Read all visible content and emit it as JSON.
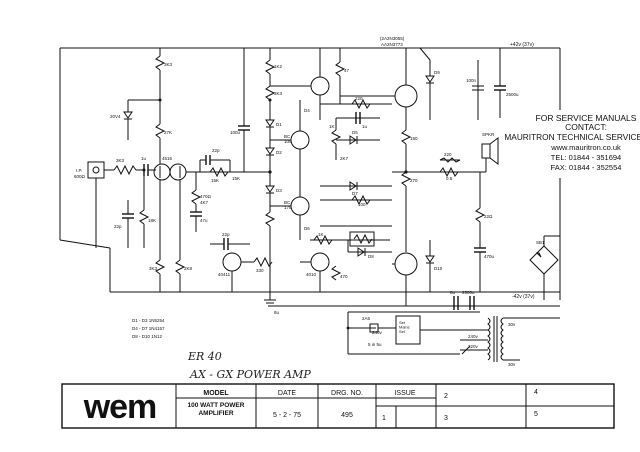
{
  "top_labels": {
    "transistor_pair": "(2A2N3055)",
    "transistor_pair2": "AA2N3773",
    "rail_positive": "+42v (37v)",
    "rail_negative": "-42v (37v)"
  },
  "service_notice": {
    "line1": "FOR SERVICE MANUALS",
    "line2": "CONTACT:",
    "line3": "MAURITRON TECHNICAL SERVICES",
    "line4": "www.mauritron.co.uk",
    "line5": "TEL: 01844 - 351694",
    "line6": "FAX: 01844 - 352554"
  },
  "handwritten": {
    "line1": "ER 40",
    "line2": "AX - GX POWER AMP"
  },
  "component_labels": [
    {
      "id": "r-3k3-top",
      "text": "3K3"
    },
    {
      "id": "d-zener",
      "text": "20V4"
    },
    {
      "id": "r-27k",
      "text": "27K"
    },
    {
      "id": "input",
      "text": "I.P."
    },
    {
      "id": "input-z",
      "text": "600Ω"
    },
    {
      "id": "r-3k3-in",
      "text": "3K3"
    },
    {
      "id": "c-1u",
      "text": "1u"
    },
    {
      "id": "q-in",
      "text": "4516"
    },
    {
      "id": "c-22p",
      "text": "22p"
    },
    {
      "id": "r-15k",
      "text": "15K"
    },
    {
      "id": "r-18k",
      "text": "18K"
    },
    {
      "id": "r-3k3-bot",
      "text": "3K3"
    },
    {
      "id": "r-2k8",
      "text": "2K8"
    },
    {
      "id": "r-1k2",
      "text": "1K2"
    },
    {
      "id": "r-3k3-mid",
      "text": "3K3"
    },
    {
      "id": "d1",
      "text": "D1"
    },
    {
      "id": "d2",
      "text": "D2"
    },
    {
      "id": "d3",
      "text": "D3"
    },
    {
      "id": "d4",
      "text": "D4"
    },
    {
      "id": "d5",
      "text": "D5"
    },
    {
      "id": "d6",
      "text": "D6"
    },
    {
      "id": "d7",
      "text": "D7"
    },
    {
      "id": "d8",
      "text": "D8"
    },
    {
      "id": "d9",
      "text": "D9"
    },
    {
      "id": "d10",
      "text": "D10"
    },
    {
      "id": "c-100u",
      "text": "100u"
    },
    {
      "id": "c-22p-2",
      "text": "22p"
    },
    {
      "id": "r-15k-2",
      "text": "15K"
    },
    {
      "id": "r-470-ohm",
      "text": "470Ω"
    },
    {
      "id": "r-4k7",
      "text": "4K7"
    },
    {
      "id": "c-47u",
      "text": "47u"
    },
    {
      "id": "q-bc",
      "text": "BC\n109"
    },
    {
      "id": "q-bc2",
      "text": "BC\n178"
    },
    {
      "id": "r-1k",
      "text": "1K"
    },
    {
      "id": "r-220",
      "text": "220"
    },
    {
      "id": "r-47",
      "text": "47"
    },
    {
      "id": "r-150",
      "text": "150"
    },
    {
      "id": "r-270",
      "text": "270"
    },
    {
      "id": "r-1k-2",
      "text": "1K"
    },
    {
      "id": "r-2k7",
      "text": "2K7"
    },
    {
      "id": "c-1u-2",
      "text": "1u"
    },
    {
      "id": "q-40411",
      "text": "40411"
    },
    {
      "id": "q-4010",
      "text": "4010"
    },
    {
      "id": "r-330",
      "text": "330"
    },
    {
      "id": "r-470",
      "text": "470"
    },
    {
      "id": "c-22p-3",
      "text": "22p"
    },
    {
      "id": "r-100",
      "text": "100"
    },
    {
      "id": "c-470u",
      "text": "470u"
    },
    {
      "id": "r-0r5",
      "text": "0.5"
    },
    {
      "id": "r-22",
      "text": "22Ω"
    },
    {
      "id": "c-100n",
      "text": "100n"
    },
    {
      "id": "c-2500u",
      "text": "2500u"
    },
    {
      "id": "c-2500u-2",
      "text": "2500u"
    },
    {
      "id": "spkr",
      "text": "SPKR"
    },
    {
      "id": "lamp",
      "text": "220"
    },
    {
      "id": "bridge",
      "text": "SB1"
    },
    {
      "id": "fuse",
      "text": "2A5"
    },
    {
      "id": "fuse2",
      "text": "240v"
    },
    {
      "id": "fuse3",
      "text": "5 in 5u"
    },
    {
      "id": "switch",
      "text": "Set\nMains\nSel"
    },
    {
      "id": "xfmr1",
      "text": "30v"
    },
    {
      "id": "xfmr2",
      "text": "240v"
    },
    {
      "id": "xfmr3",
      "text": "220v"
    },
    {
      "id": "xfmr4",
      "text": "30v"
    },
    {
      "id": "c-8u",
      "text": "8u"
    },
    {
      "id": "c-8u-2",
      "text": "8u"
    }
  ],
  "diode_notes": [
    "D1 - D3   1N5254",
    "D4 - D7   1N4157",
    "D8 - D10  1N12"
  ],
  "title_block": {
    "model_header": "MODEL",
    "date_header": "DATE",
    "drg_header": "DRG. NO.",
    "issue_header": "ISSUE",
    "model_value": "100 WATT  POWER AMPLIFIER",
    "date_value": "5 - 2 - 75",
    "drg_value": "495",
    "issue_1": "1",
    "issue_2": "2",
    "issue_3": "3",
    "issue_4": "4",
    "issue_5": "5"
  },
  "logo": "wem"
}
